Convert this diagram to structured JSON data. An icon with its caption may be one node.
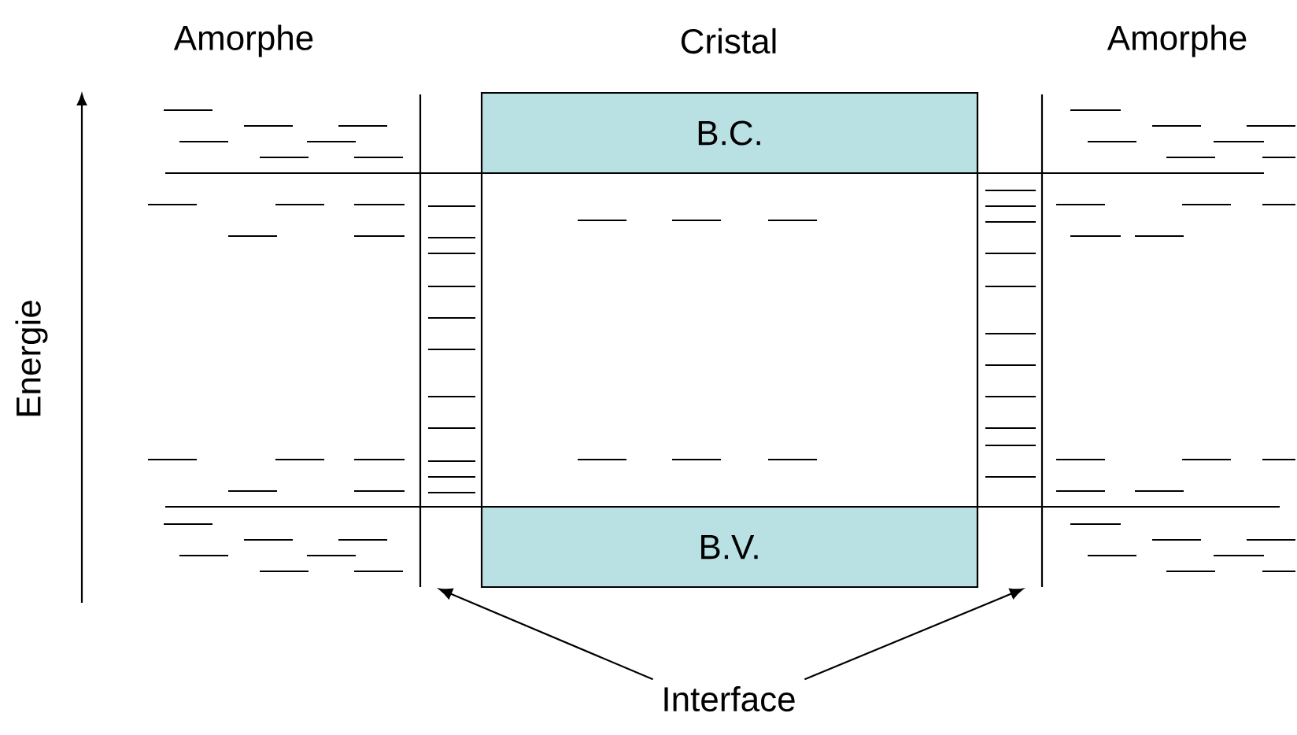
{
  "diagram": {
    "nodes": [
      {
        "text": [
          "B.C."
        ]
      },
      {
        "text": [
          "B.V."
        ]
      },
      {
        "text": [
          "Interface"
        ]
      },
      {
        "text": [],
        "shape": "line"
      },
      {
        "text": [],
        "shape": "line"
      }
    ],
    "edges": [
      {
        "from": 2,
        "to": 3,
        "arrow": "to"
      },
      {
        "from": 2,
        "to": 4,
        "arrow": "to"
      }
    ],
    "labels": [
      "Amorphe",
      "Cristal",
      "Amorphe",
      "Energie"
    ]
  }
}
